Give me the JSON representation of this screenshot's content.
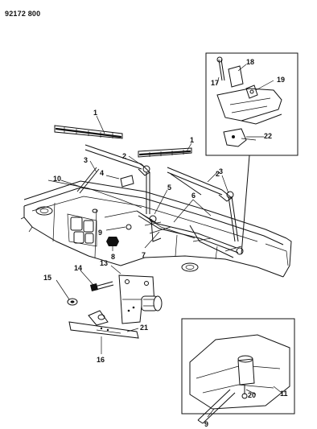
{
  "document_number": "92172 800",
  "callouts": [
    {
      "id": "c1a",
      "label": "1"
    },
    {
      "id": "c1b",
      "label": "1"
    },
    {
      "id": "c2a",
      "label": "2"
    },
    {
      "id": "c2b",
      "label": "2"
    },
    {
      "id": "c3a",
      "label": "3"
    },
    {
      "id": "c3b",
      "label": "3"
    },
    {
      "id": "c4",
      "label": "4"
    },
    {
      "id": "c5",
      "label": "5"
    },
    {
      "id": "c6",
      "label": "6"
    },
    {
      "id": "c7",
      "label": "7"
    },
    {
      "id": "c8",
      "label": "8"
    },
    {
      "id": "c9a",
      "label": "9"
    },
    {
      "id": "c9b",
      "label": "9"
    },
    {
      "id": "c10",
      "label": "10"
    },
    {
      "id": "c11",
      "label": "11"
    },
    {
      "id": "c13",
      "label": "13"
    },
    {
      "id": "c14",
      "label": "14"
    },
    {
      "id": "c15",
      "label": "15"
    },
    {
      "id": "c16",
      "label": "16"
    },
    {
      "id": "c17",
      "label": "17"
    },
    {
      "id": "c18",
      "label": "18"
    },
    {
      "id": "c19",
      "label": "19"
    },
    {
      "id": "c20",
      "label": "20"
    },
    {
      "id": "c21",
      "label": "21"
    },
    {
      "id": "c22",
      "label": "22"
    }
  ]
}
